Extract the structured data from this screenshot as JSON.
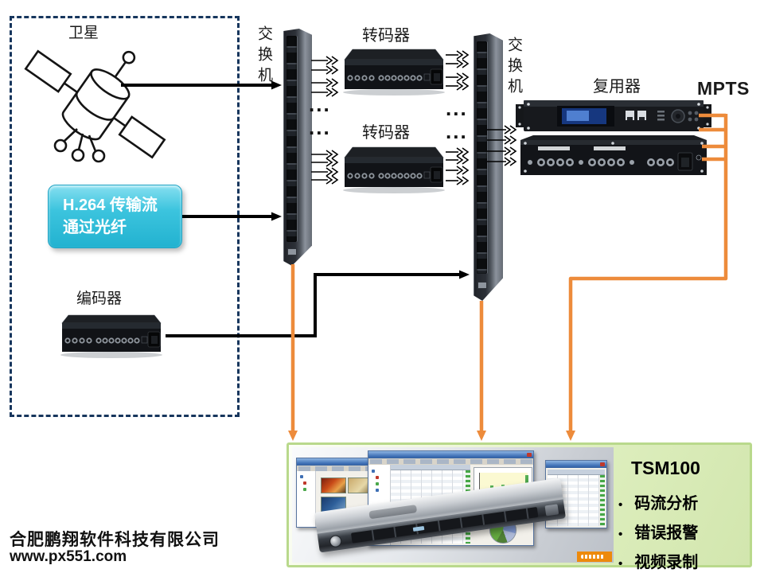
{
  "labels": {
    "satellite": "卫星",
    "switch1": "交换机",
    "switch2": "交换机",
    "transcoder1": "转码器",
    "transcoder2": "转码器",
    "multiplexer": "复用器",
    "mpts": "MPTS",
    "encoder": "编码器",
    "ellipsis": "..."
  },
  "h264_note": {
    "line1": "H.264 传输流",
    "line2": "通过光纤"
  },
  "tsm_panel": {
    "title": "TSM100",
    "bullet": "•",
    "features": [
      "码流分析",
      "错误报警",
      "视频录制"
    ]
  },
  "footer": {
    "company": "合肥鹏翔软件科技有限公司",
    "website": "www.px551.com"
  },
  "colors": {
    "arrow_orange": "#ED8B3B",
    "note_cyan": "#2EC0DC",
    "dashed_navy": "#17365D",
    "tsm_border_green": "#B9D98C",
    "titlebar_blue": "#3E6FB5"
  }
}
